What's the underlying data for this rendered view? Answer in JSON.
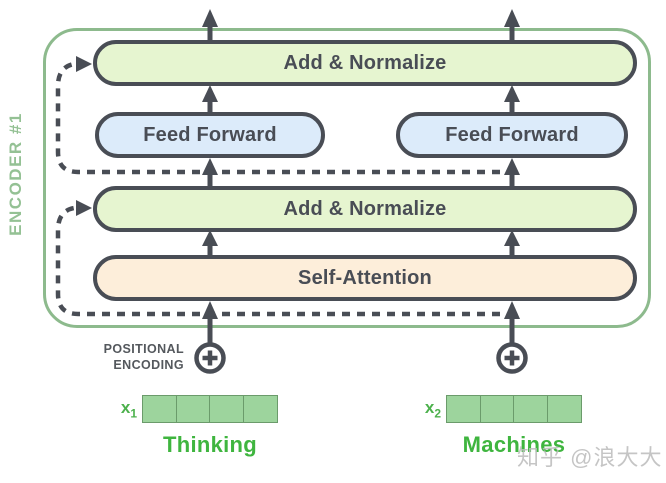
{
  "diagram": {
    "encoder_label": "ENCODER #1",
    "blocks": {
      "add_normalize_top": "Add & Normalize",
      "feed_forward_left": "Feed Forward",
      "feed_forward_right": "Feed Forward",
      "add_normalize_bottom": "Add & Normalize",
      "self_attention": "Self-Attention"
    },
    "positional_encoding": {
      "line1": "POSITIONAL",
      "line2": "ENCODING"
    },
    "inputs": [
      {
        "var": "x",
        "sub": "1",
        "word": "Thinking",
        "cells": 4
      },
      {
        "var": "x",
        "sub": "2",
        "word": "Machines",
        "cells": 4
      }
    ],
    "icons": {
      "plus_circle": "plus-in-circle (positional encoding add)",
      "arrow_up": "upward flow arrow",
      "dashed_residual": "dashed residual connection arrow"
    },
    "colors": {
      "frame_green": "#8dba8d",
      "encoder_label_green": "#94c194",
      "block_border_slate": "#494d55",
      "add_normalize_fill": "#e6f5d0",
      "feed_forward_fill": "#dcebfa",
      "self_attention_fill": "#fdeeda",
      "vector_fill": "#9dd49d",
      "vector_border": "#6b9b6b",
      "input_word_green": "#3fb53f",
      "watermark_gray": "#bcbcbc"
    }
  },
  "watermark": "知乎 @浪大大"
}
